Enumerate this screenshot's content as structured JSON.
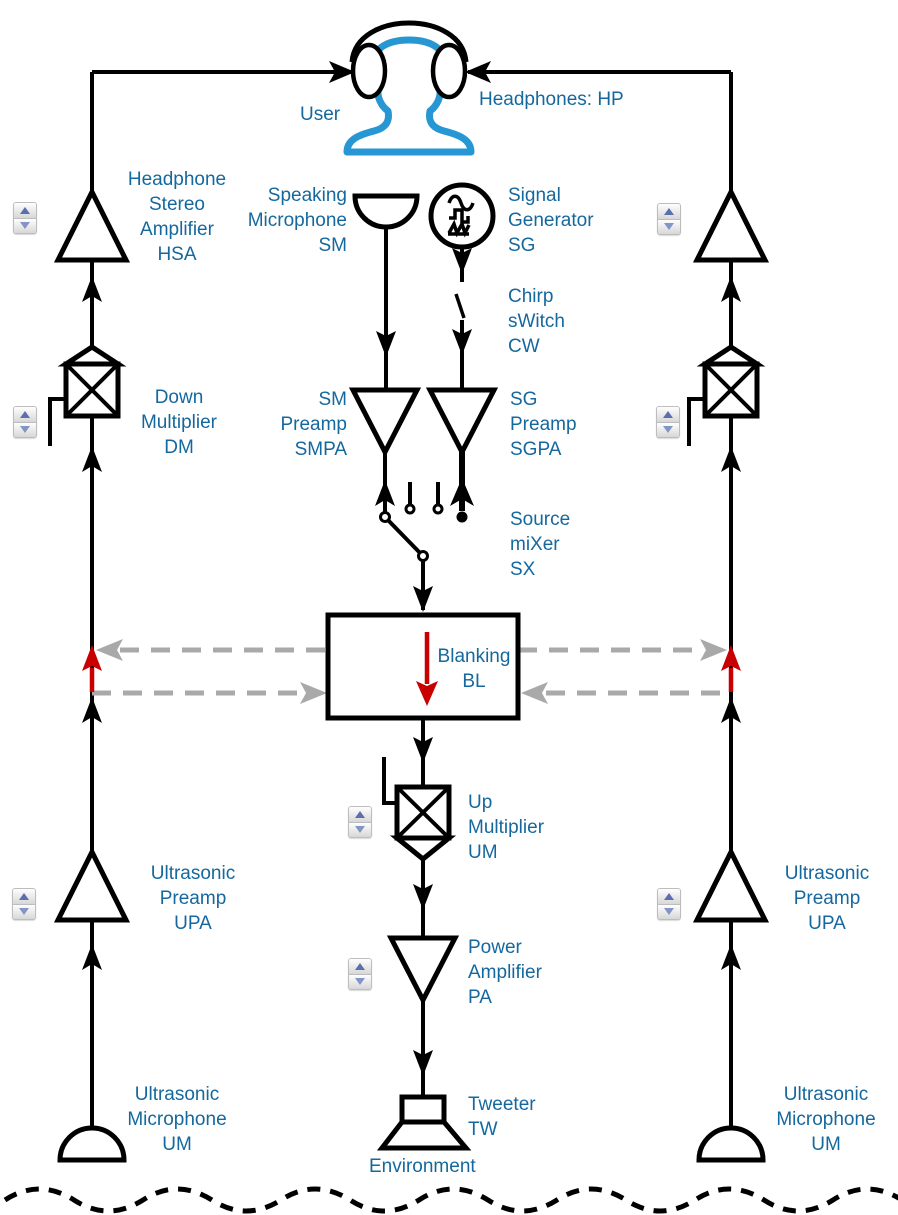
{
  "labels": {
    "user": "User",
    "headphones": "Headphones: HP",
    "hsa": "Headphone\nStereo\nAmplifier\nHSA",
    "speaking_mic": "Speaking\nMicrophone\nSM",
    "signal_generator": "Signal\nGenerator\nSG",
    "chirp_switch": "Chirp\nsWitch\nCW",
    "down_multiplier": "Down\nMultiplier\nDM",
    "sm_preamp": "SM\nPreamp\nSMPA",
    "sg_preamp": "SG\nPreamp\nSGPA",
    "source_mixer": "Source\nmiXer\nSX",
    "blanking": "Blanking\nBL",
    "up_multiplier": "Up\nMultiplier\nUM",
    "power_amplifier": "Power\nAmplifier\nPA",
    "tweeter": "Tweeter\nTW",
    "environment": "Environment",
    "ultrasonic_preamp_left": "Ultrasonic\nPreamp\nUPA",
    "ultrasonic_preamp_right": "Ultrasonic\nPreamp\nUPA",
    "ultrasonic_mic_left": "Ultrasonic\nMicrophone\nUM",
    "ultrasonic_mic_right": "Ultrasonic\nMicrophone\nUM"
  },
  "colors": {
    "label_text": "#15689e",
    "user_outline": "#2797d4",
    "blanking_arrow": "#c80000",
    "dashed_link": "#a9a9a9",
    "signal_line": "#000000"
  },
  "icons": {
    "stepper_up": "triangle-up",
    "stepper_down": "triangle-down"
  }
}
